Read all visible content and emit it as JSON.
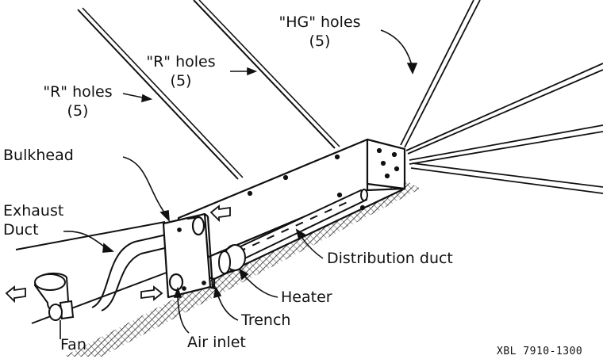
{
  "labels": {
    "hg_holes": "\"HG\" holes",
    "hg_count": "(5)",
    "r_holes_upper": "\"R\" holes",
    "r_count_upper": "(5)",
    "r_holes_lower": "\"R\" holes",
    "r_count_lower": "(5)",
    "bulkhead": "Bulkhead",
    "exhaust_line1": "Exhaust",
    "exhaust_line2": "Duct",
    "distribution_duct": "Distribution duct",
    "heater": "Heater",
    "trench": "Trench",
    "fan": "Fan",
    "air_inlet": "Air inlet"
  },
  "figure_code": "XBL 7910-1300"
}
